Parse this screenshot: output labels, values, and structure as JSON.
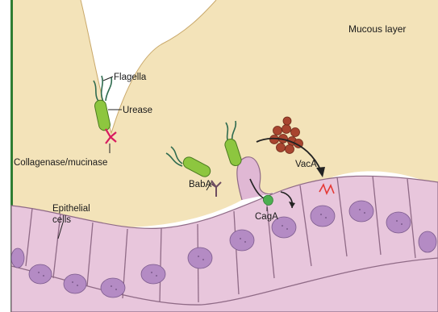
{
  "labels": {
    "mucous_layer": "Mucous layer",
    "flagella": "Flagella",
    "urease": "Urease",
    "collagenase": "Collagenase/mucinase",
    "vaca": "VacA",
    "baba": "BabA",
    "epithelial_line1": "Epithelial",
    "epithelial_line2": "cells",
    "caga": "CagA"
  },
  "colors": {
    "mucus": "#f3e3b9",
    "frame_left": "#2e7d32",
    "cell_fill": "#e8c6dc",
    "cell_stroke": "#8f6a86",
    "nucleus": "#b48bc4",
    "bacterium": "#8dc63f",
    "flagella": "#2f6b4f",
    "toxin": "#a8452f",
    "caga": "#4caf50",
    "urease_enzyme": "#d81b60",
    "damage": "#e53935"
  }
}
